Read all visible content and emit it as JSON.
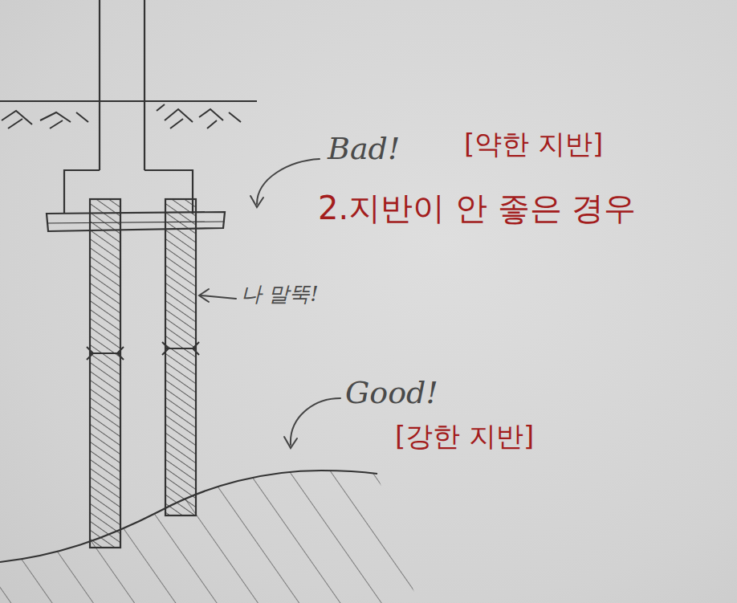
{
  "diagram": {
    "labels": [
      "Bad!",
      "[약한 지반]",
      "2.지반이 안 좋은 경우",
      "나 말뚝!",
      "Good!",
      "[강한 지반]"
    ]
  }
}
